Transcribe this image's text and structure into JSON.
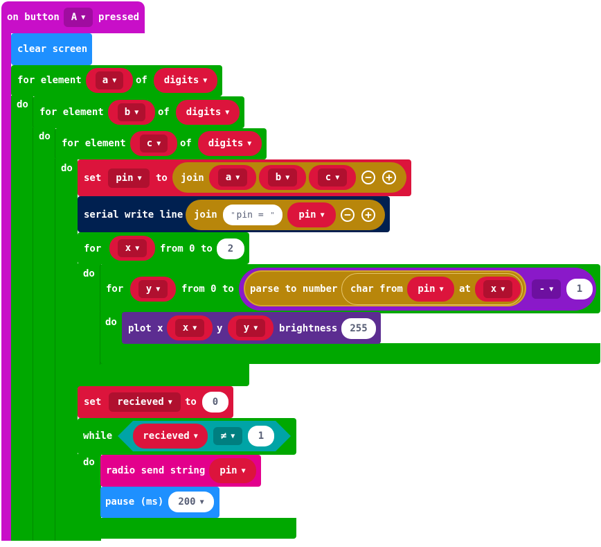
{
  "hat": {
    "label_on": "on button",
    "button": "A",
    "label_pressed": "pressed"
  },
  "clear_screen": {
    "label": "clear screen"
  },
  "loop1": {
    "label": "for element",
    "var": "a",
    "of": "of",
    "list": "digits",
    "do": "do"
  },
  "loop2": {
    "label": "for element",
    "var": "b",
    "of": "of",
    "list": "digits",
    "do": "do"
  },
  "loop3": {
    "label": "for element",
    "var": "c",
    "of": "of",
    "list": "digits",
    "do": "do"
  },
  "set_pin": {
    "label": "set",
    "var": "pin",
    "to": "to",
    "join": "join",
    "items": [
      "a",
      "b",
      "c"
    ]
  },
  "serial": {
    "label": "serial write line",
    "join": "join",
    "text": "pin = ",
    "var": "pin"
  },
  "for_x": {
    "label": "for",
    "var": "x",
    "from": "from 0 to",
    "end": "2",
    "do": "do"
  },
  "for_y": {
    "label": "for",
    "var": "y",
    "from": "from 0 to",
    "parse": "parse to number",
    "char_from": "char from",
    "src": "pin",
    "at": "at",
    "idx": "x",
    "op": "-",
    "num": "1",
    "do": "do"
  },
  "plot": {
    "label": "plot x",
    "x": "x",
    "ylabel": "y",
    "y": "y",
    "brightness": "brightness",
    "value": "255"
  },
  "set_recv": {
    "label": "set",
    "var": "recieved",
    "to": "to",
    "value": "0"
  },
  "while": {
    "label": "while",
    "var": "recieved",
    "op": "≠",
    "value": "1",
    "do": "do"
  },
  "radio": {
    "label": "radio send string",
    "var": "pin"
  },
  "pause": {
    "label": "pause (ms)",
    "value": "200"
  },
  "colors": {
    "loops": "#00a800",
    "variables": "#dc143c",
    "events": "#c80fc8",
    "basic": "#1e90ff",
    "serial": "#002050",
    "text": "#b8860b",
    "led": "#5c2d91",
    "math": "#8a19c9",
    "logic": "#00a4a6",
    "radio": "#e3008c"
  }
}
